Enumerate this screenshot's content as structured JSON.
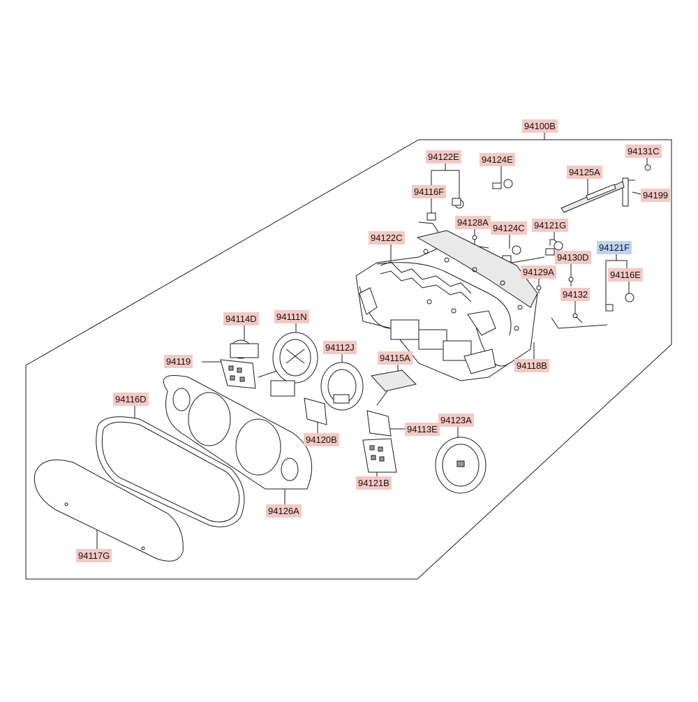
{
  "diagram": {
    "selected_color": "#bcd3f3",
    "label_color": "#f4c9c4",
    "selected_part": "94121F",
    "labels": [
      {
        "id": "94100B"
      },
      {
        "id": "94122E"
      },
      {
        "id": "94124E"
      },
      {
        "id": "94131C"
      },
      {
        "id": "94116F"
      },
      {
        "id": "94125A"
      },
      {
        "id": "94199"
      },
      {
        "id": "94128A"
      },
      {
        "id": "94124C"
      },
      {
        "id": "94121G"
      },
      {
        "id": "94122C"
      },
      {
        "id": "94121F"
      },
      {
        "id": "94130D"
      },
      {
        "id": "94129A"
      },
      {
        "id": "94116E"
      },
      {
        "id": "94132"
      },
      {
        "id": "94114D"
      },
      {
        "id": "94111N"
      },
      {
        "id": "94112J"
      },
      {
        "id": "94115A"
      },
      {
        "id": "94119"
      },
      {
        "id": "94118B"
      },
      {
        "id": "94116D"
      },
      {
        "id": "94123A"
      },
      {
        "id": "94113E"
      },
      {
        "id": "94120B"
      },
      {
        "id": "94121B"
      },
      {
        "id": "94126A"
      },
      {
        "id": "94117G"
      }
    ]
  }
}
